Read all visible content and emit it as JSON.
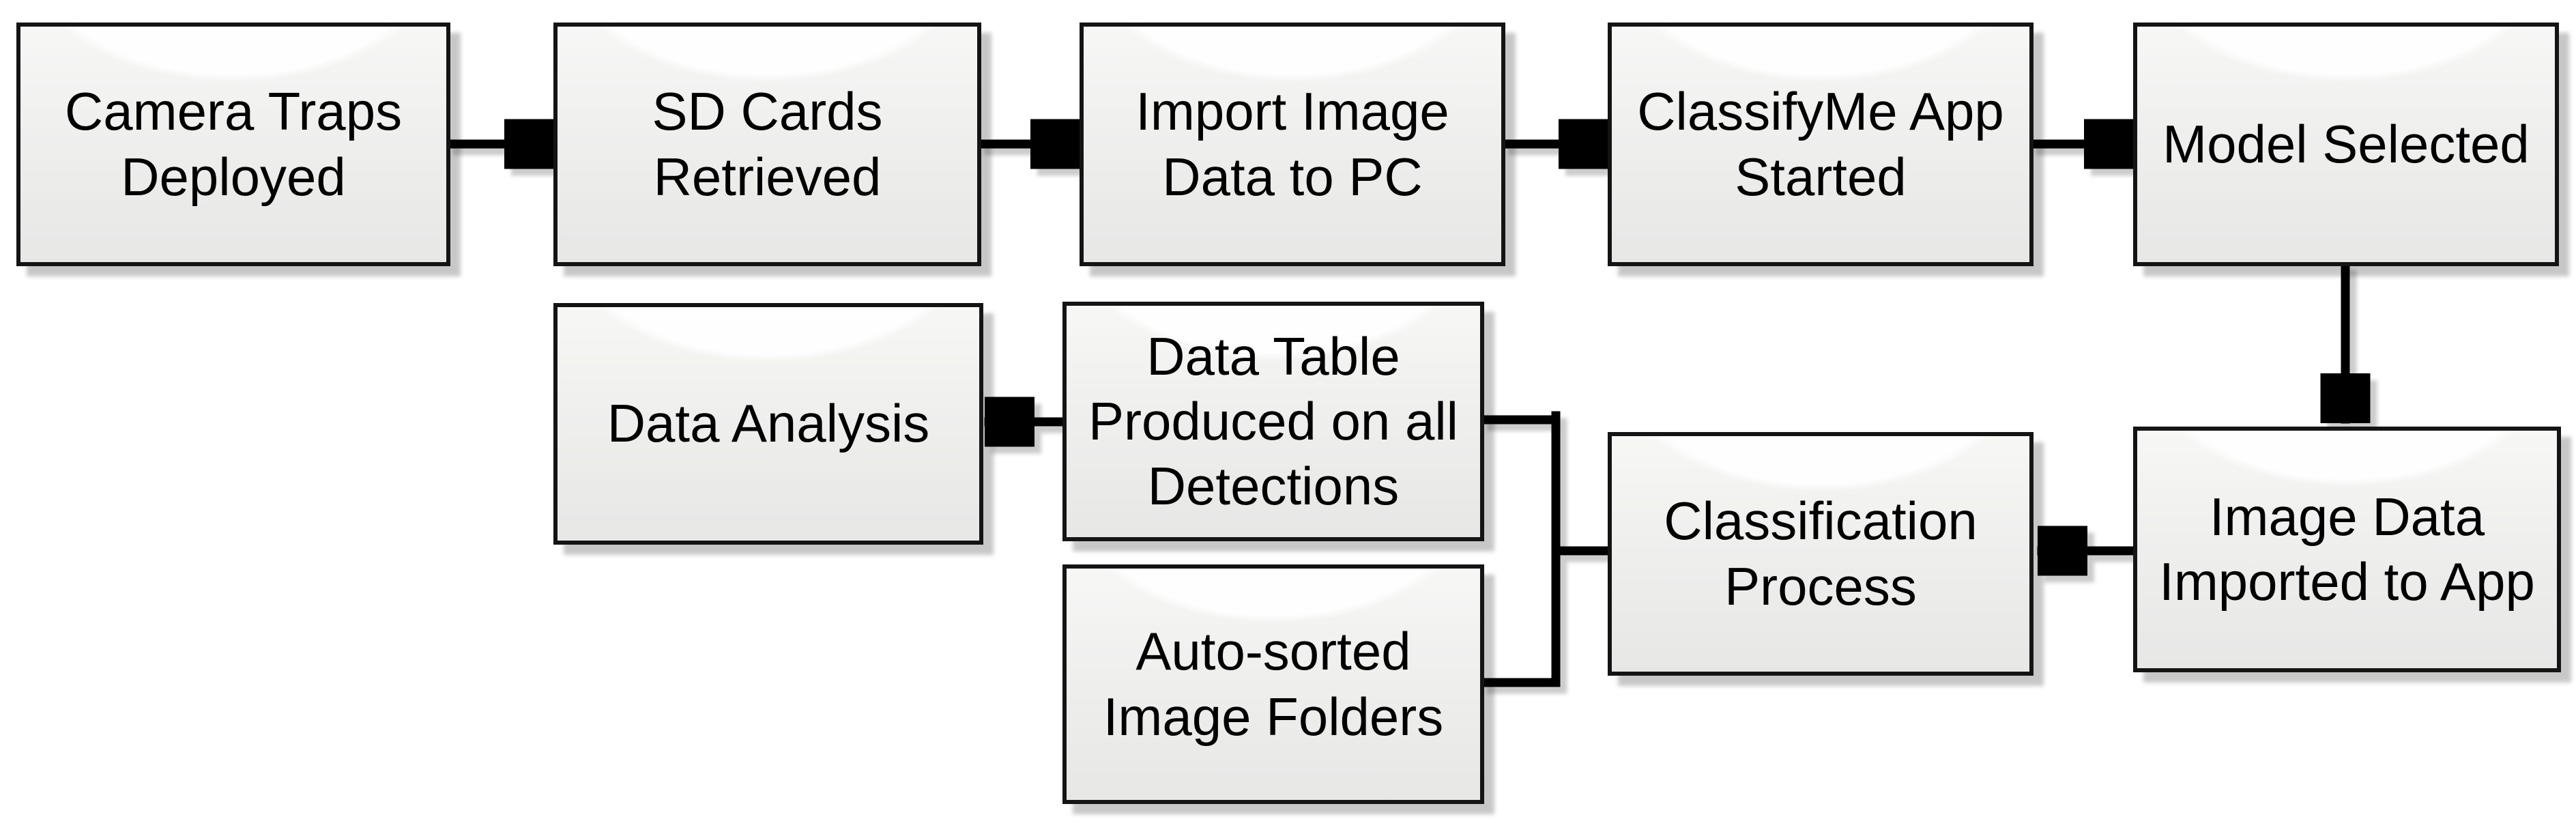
{
  "diagram": {
    "title": "ClassifyMe camera-trap workflow flowchart",
    "colors": {
      "background": "#ffffff",
      "node_border": "#141414",
      "node_fill_top": "#f7f7f6",
      "node_fill_bottom": "#e7e7e6",
      "connector": "#000000",
      "text": "#000000",
      "shadow": "rgba(0,0,0,0.22)"
    },
    "nodes": [
      {
        "id": "camera-traps-deployed",
        "label": "Camera Traps\nDeployed"
      },
      {
        "id": "sd-cards-retrieved",
        "label": "SD Cards\nRetrieved"
      },
      {
        "id": "import-image-data-to-pc",
        "label": "Import Image\nData to PC"
      },
      {
        "id": "classifyme-app-started",
        "label": "ClassifyMe App\nStarted"
      },
      {
        "id": "model-selected",
        "label": "Model Selected"
      },
      {
        "id": "image-data-imported-to-app",
        "label": "Image Data\nImported to App"
      },
      {
        "id": "classification-process",
        "label": "Classification\nProcess"
      },
      {
        "id": "data-table-produced",
        "label": "Data Table\nProduced on all\nDetections"
      },
      {
        "id": "data-analysis",
        "label": "Data Analysis"
      },
      {
        "id": "auto-sorted-image-folders",
        "label": "Auto-sorted\nImage Folders"
      }
    ],
    "edges": [
      {
        "from": "camera-traps-deployed",
        "to": "sd-cards-retrieved",
        "type": "arrow"
      },
      {
        "from": "sd-cards-retrieved",
        "to": "import-image-data-to-pc",
        "type": "arrow"
      },
      {
        "from": "import-image-data-to-pc",
        "to": "classifyme-app-started",
        "type": "arrow"
      },
      {
        "from": "classifyme-app-started",
        "to": "model-selected",
        "type": "arrow"
      },
      {
        "from": "model-selected",
        "to": "image-data-imported-to-app",
        "type": "arrow"
      },
      {
        "from": "image-data-imported-to-app",
        "to": "classification-process",
        "type": "arrow"
      },
      {
        "from": "classification-process",
        "to": "data-table-produced",
        "type": "line-bracket"
      },
      {
        "from": "classification-process",
        "to": "auto-sorted-image-folders",
        "type": "line-bracket"
      },
      {
        "from": "data-table-produced",
        "to": "data-analysis",
        "type": "arrow"
      }
    ]
  }
}
